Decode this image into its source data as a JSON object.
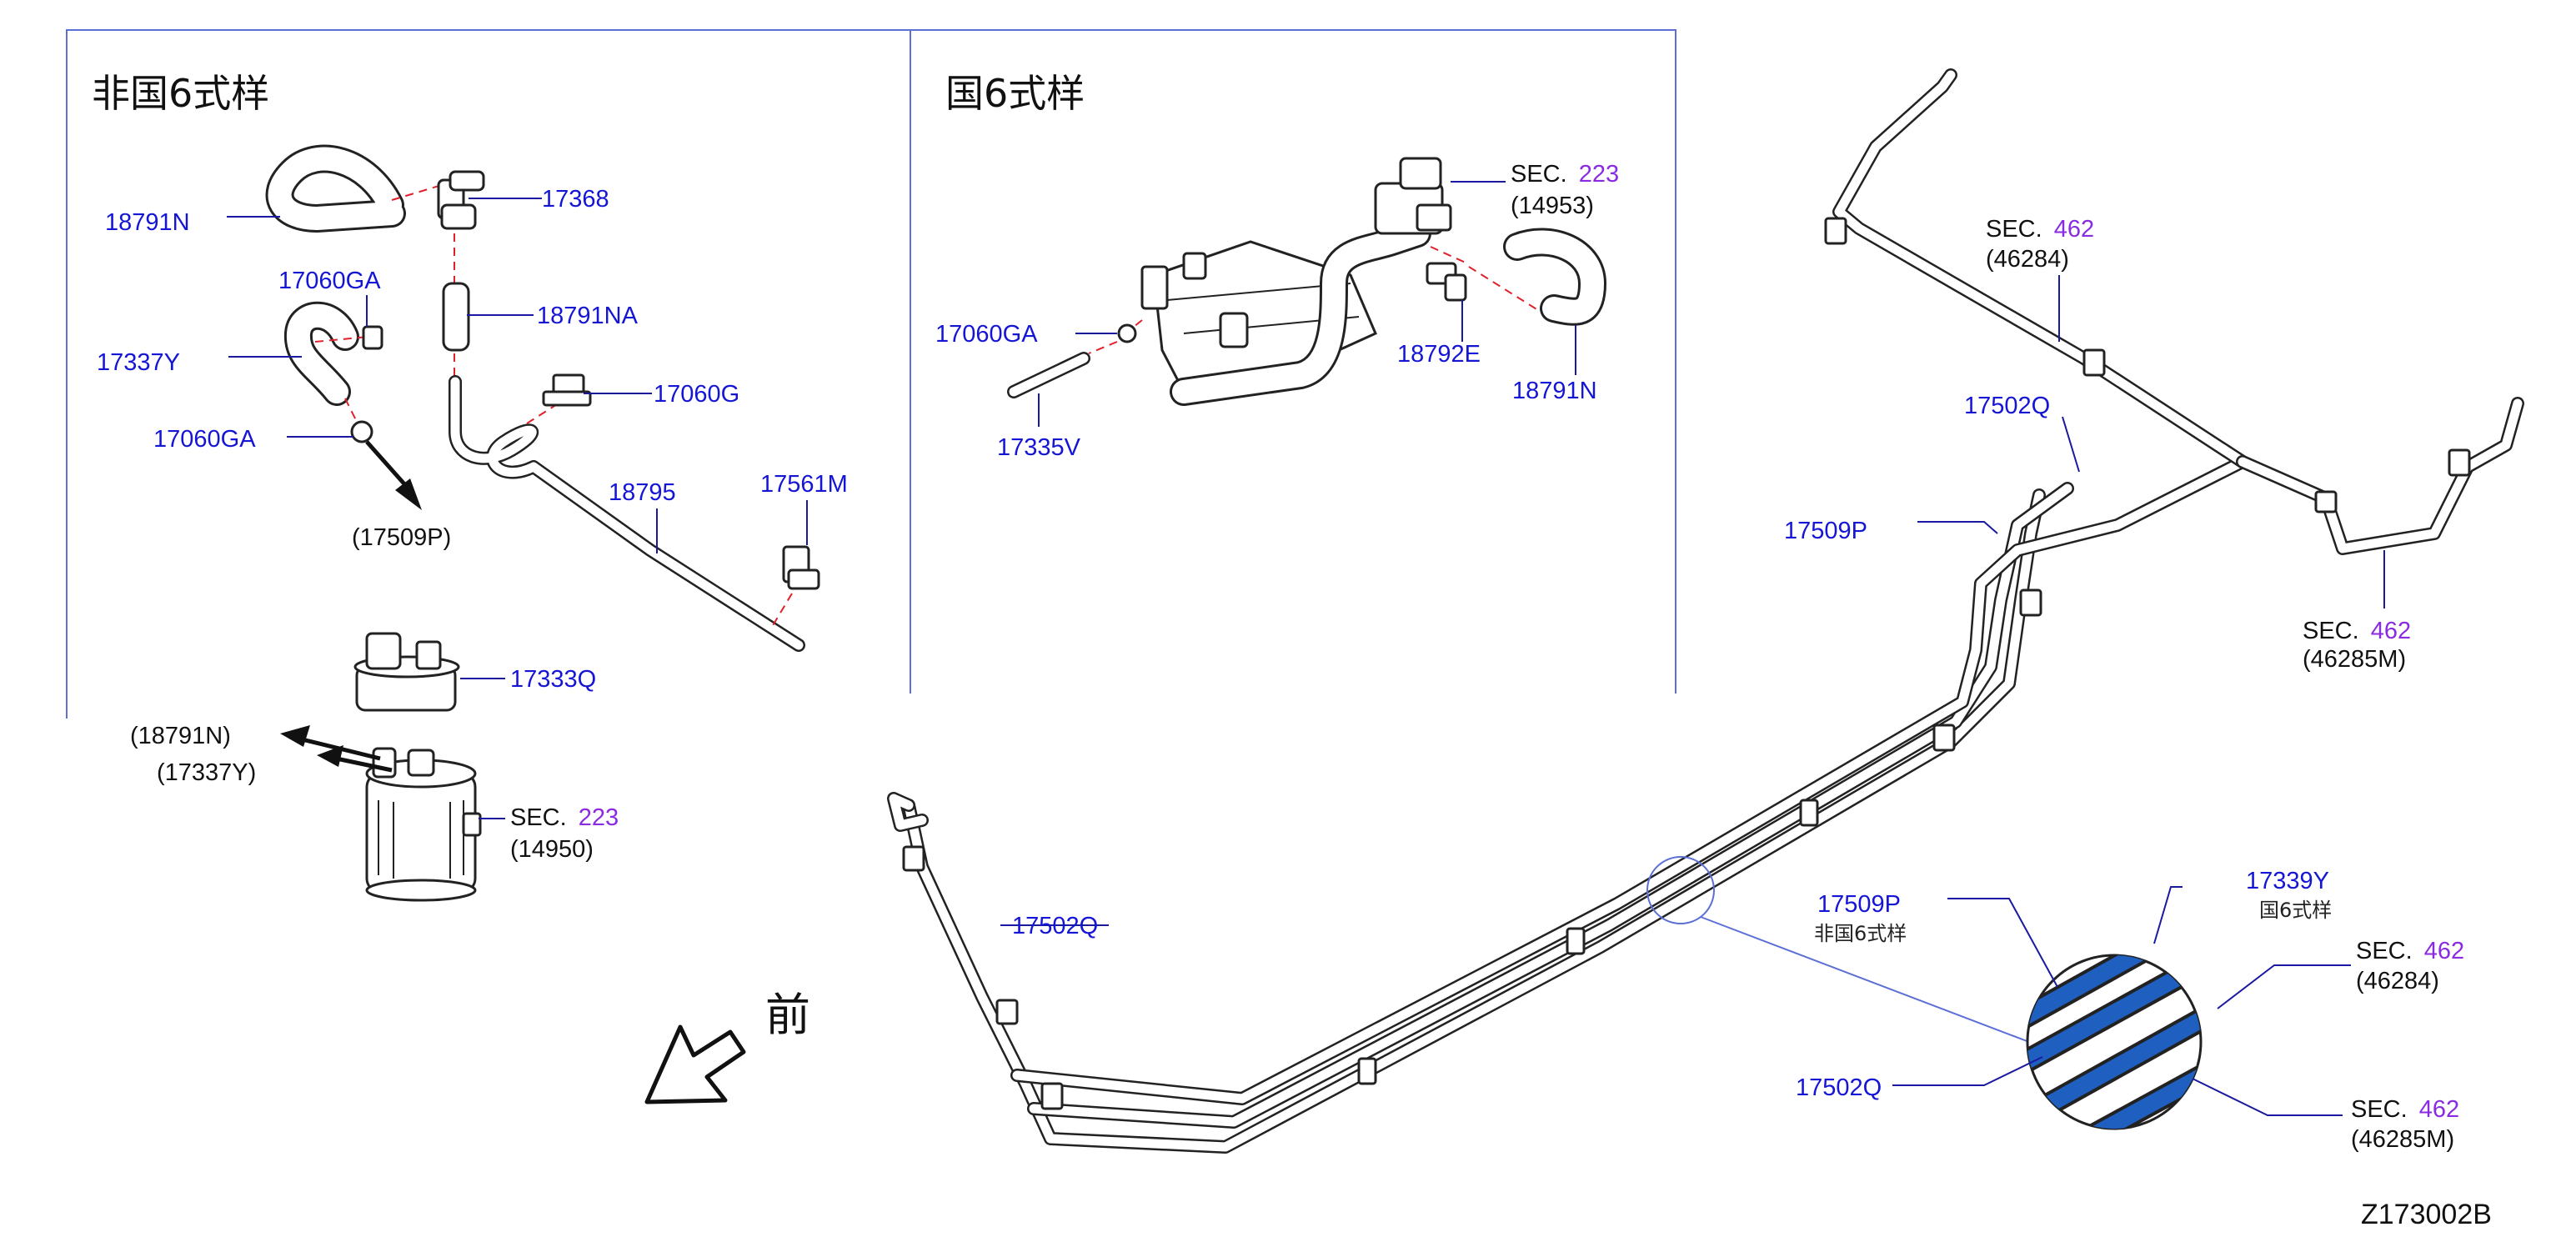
{
  "headings": {
    "non_guo6": "非国6式样",
    "guo6": "国6式样"
  },
  "labels": {
    "p18791N_left": "18791N",
    "p17368": "17368",
    "p17060GA_left_top": "17060GA",
    "p17337Y": "17337Y",
    "p18791NA": "18791NA",
    "p17060G": "17060G",
    "p17060GA_left_bottom": "17060GA",
    "ref17509P_left": "(17509P)",
    "p18795": "18795",
    "p17561M": "17561M",
    "p17333Q": "17333Q",
    "ref18791N": "(18791N)",
    "ref17337Y": "(17337Y)",
    "sec223_left_word": "SEC.",
    "sec223_left_num": "223",
    "sec223_left_ref": "(14950)",
    "sec223_mid_word": "SEC.",
    "sec223_mid_num": "223",
    "sec223_mid_ref": "(14953)",
    "p17060GA_mid": "17060GA",
    "p18792E": "18792E",
    "p18791N_mid": "18791N",
    "p17335V": "17335V",
    "sec462_a_word": "SEC.",
    "sec462_a_num": "462",
    "sec462_a_ref": "(46284)",
    "p17502Q_top": "17502Q",
    "p17509P_right": "17509P",
    "sec462_b_word": "SEC.",
    "sec462_b_num": "462",
    "sec462_b_ref": "(46285M)",
    "p17502Q_left": "17502Q",
    "detail_17509P": "17509P",
    "detail_17509P_note": "非国6式样",
    "detail_17339Y": "17339Y",
    "detail_17339Y_note": "国6式样",
    "detail_sec462_a_word": "SEC.",
    "detail_sec462_a_num": "462",
    "detail_sec462_a_ref": "(46284)",
    "detail_17502Q": "17502Q",
    "detail_sec462_b_word": "SEC.",
    "detail_sec462_b_num": "462",
    "detail_sec462_b_ref": "(46285M)",
    "front": "前",
    "drawing_code": "Z173002B"
  },
  "colors": {
    "part_number": "#1515d6",
    "section_number": "#8a2be2",
    "detail_stripe": "#1f5fbf",
    "frame": "#5b6fd6"
  }
}
